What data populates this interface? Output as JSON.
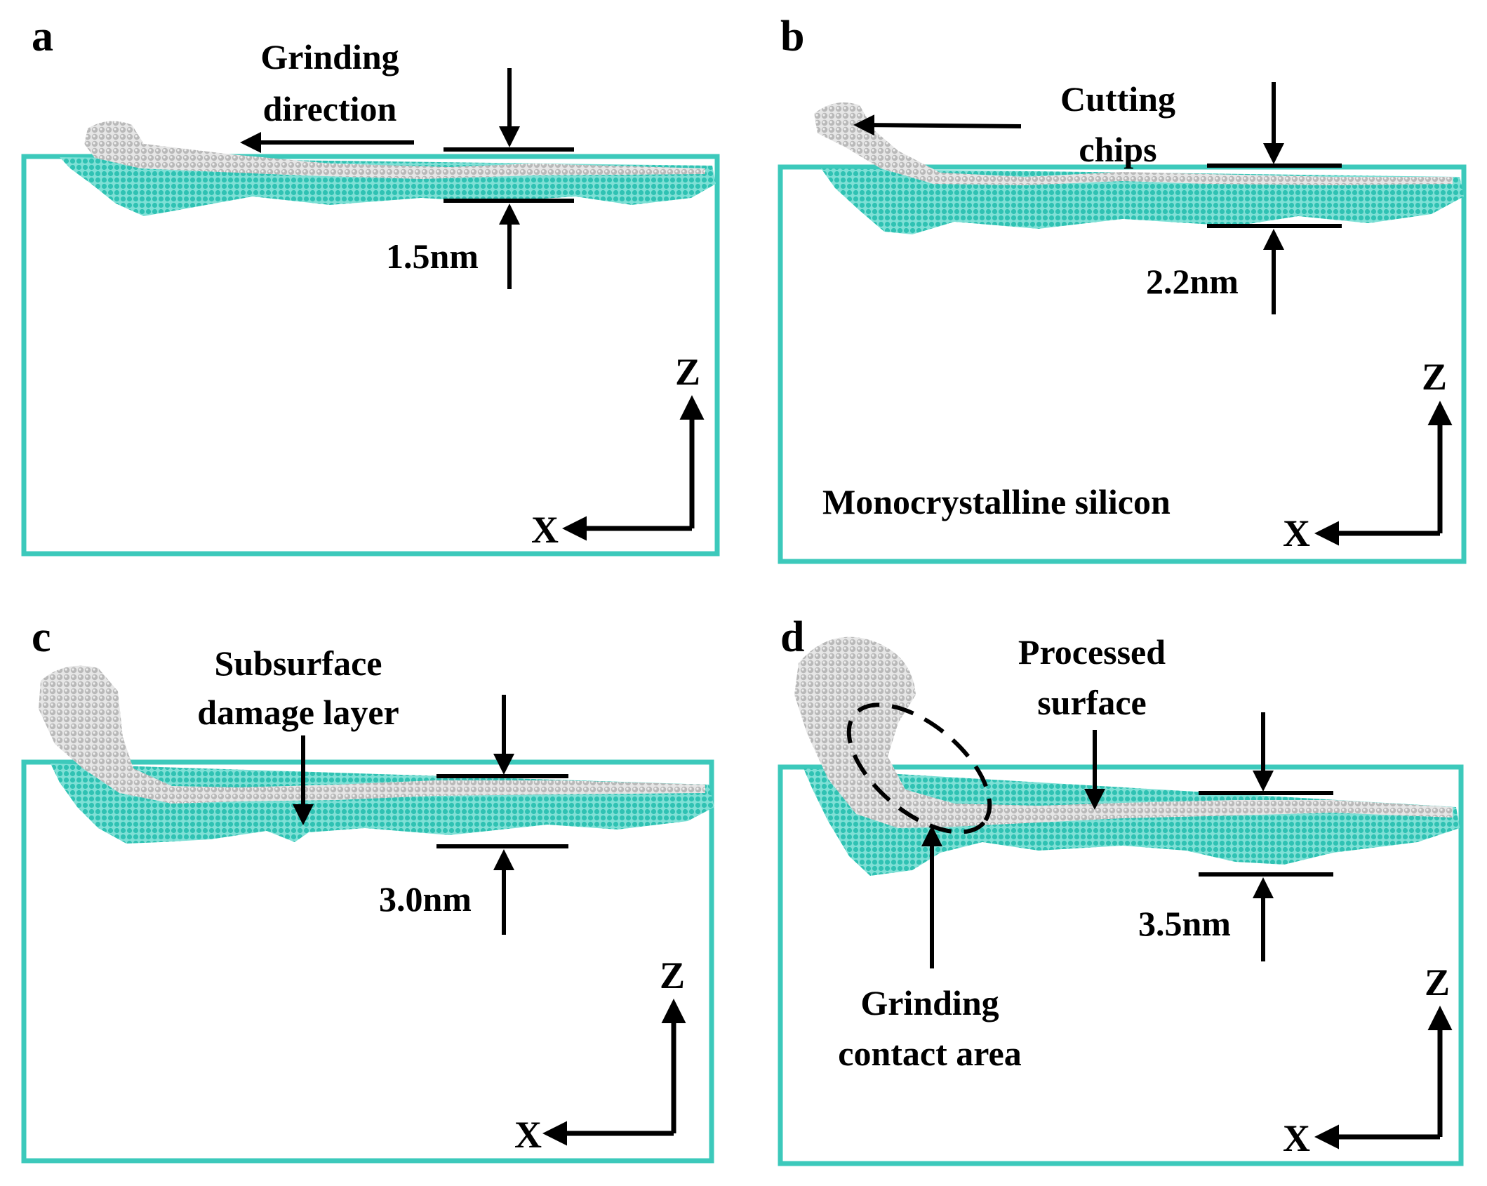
{
  "colors": {
    "silicon_atoms": "#3cc9bb",
    "damaged_atoms": "#c4c4c4",
    "arrows": "#000000",
    "background": "#ffffff"
  },
  "panels": [
    {
      "letter": "a",
      "annotations": [
        "Grinding",
        "direction"
      ],
      "thickness_label": "1.5nm",
      "axis_z": "Z",
      "axis_x": "X"
    },
    {
      "letter": "b",
      "annotations": [
        "Cutting",
        "chips"
      ],
      "thickness_label": "2.2nm",
      "material_label": "Monocrystalline silicon",
      "axis_z": "Z",
      "axis_x": "X"
    },
    {
      "letter": "c",
      "annotations": [
        "Subsurface",
        "damage layer"
      ],
      "thickness_label": "3.0nm",
      "axis_z": "Z",
      "axis_x": "X"
    },
    {
      "letter": "d",
      "annotations": [
        "Processed",
        "surface"
      ],
      "contact_labels": [
        "Grinding",
        "contact area"
      ],
      "thickness_label": "3.5nm",
      "axis_z": "Z",
      "axis_x": "X"
    }
  ]
}
